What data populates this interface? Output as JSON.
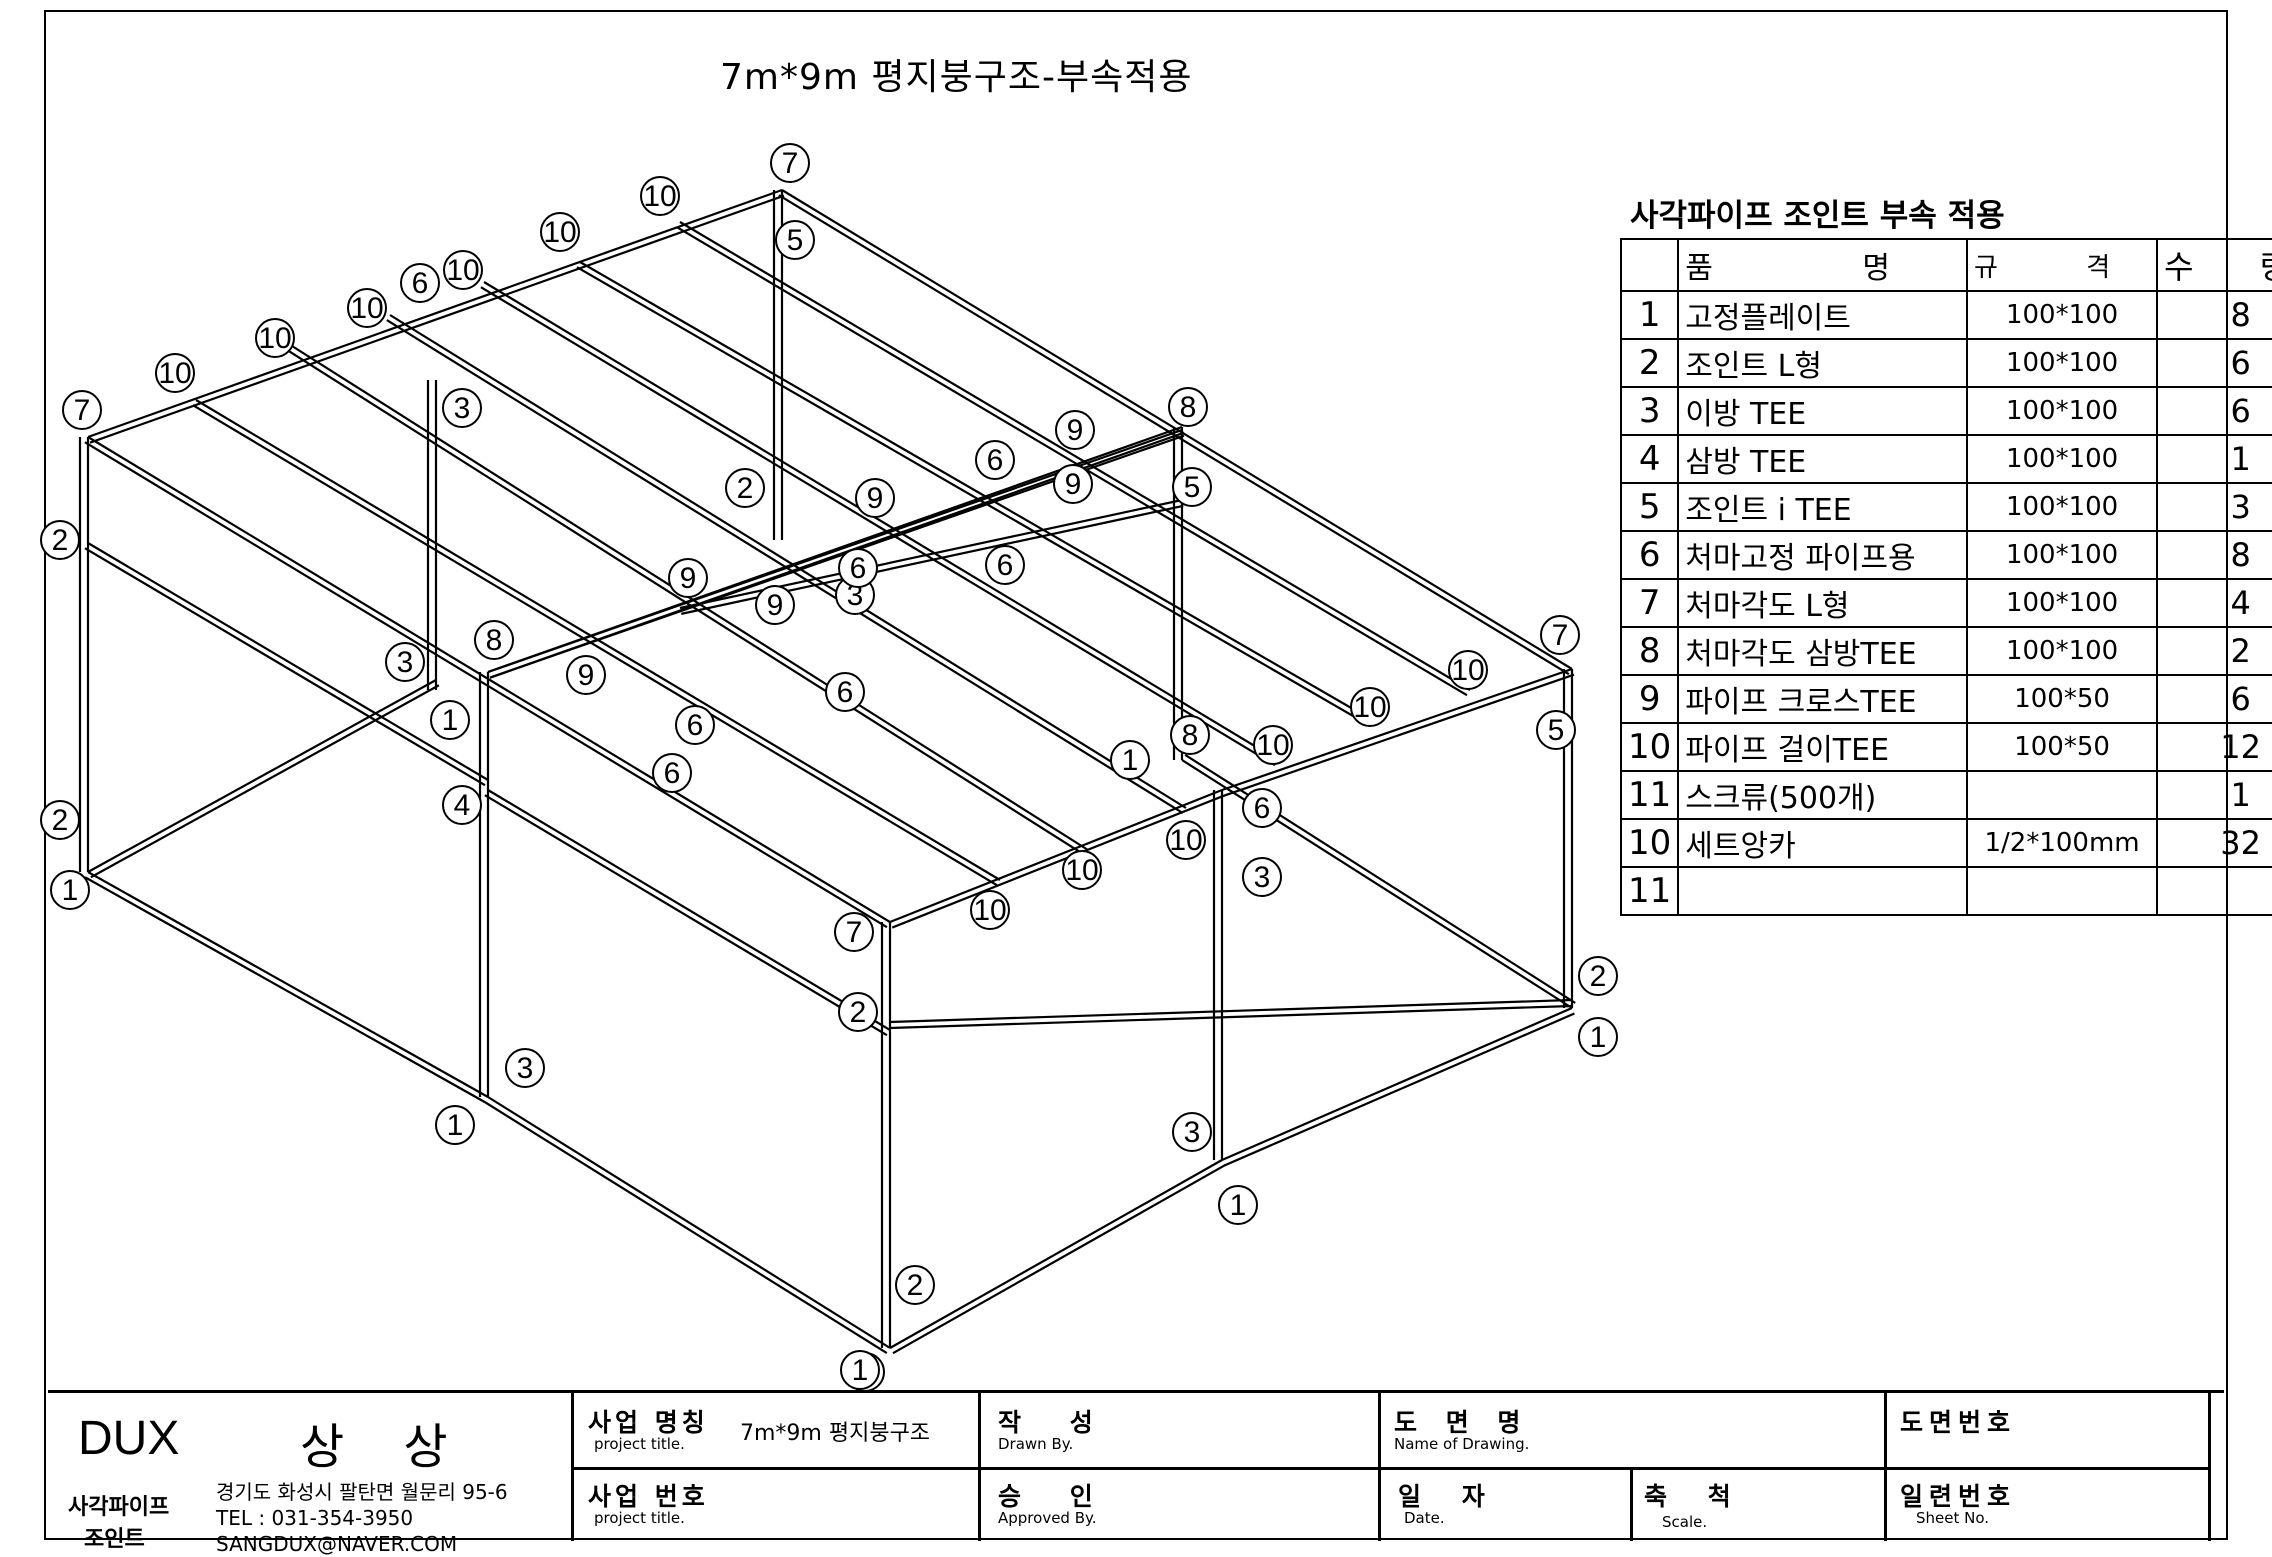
{
  "drawing_title": "7m*9m 평지붕구조-부속적용",
  "parts_table": {
    "title": "사각파이프 조인트 부속 적용",
    "headers": {
      "no": "",
      "name": "품 명",
      "spec": "규 격",
      "qty": "수 량"
    },
    "rows": [
      {
        "no": "1",
        "name": "고정플레이트",
        "spec": "100*100",
        "qty": "8"
      },
      {
        "no": "2",
        "name": "조인트 L형",
        "spec": "100*100",
        "qty": "6"
      },
      {
        "no": "3",
        "name": "이방 TEE",
        "spec": "100*100",
        "qty": "6"
      },
      {
        "no": "4",
        "name": "삼방 TEE",
        "spec": "100*100",
        "qty": "1"
      },
      {
        "no": "5",
        "name": "조인트 i TEE",
        "spec": "100*100",
        "qty": "3"
      },
      {
        "no": "6",
        "name": "처마고정 파이프용",
        "spec": "100*100",
        "qty": "8"
      },
      {
        "no": "7",
        "name": "처마각도 L형",
        "spec": "100*100",
        "qty": "4"
      },
      {
        "no": "8",
        "name": "처마각도 삼방TEE",
        "spec": "100*100",
        "qty": "2"
      },
      {
        "no": "9",
        "name": "파이프 크로스TEE",
        "spec": "100*50",
        "qty": "6"
      },
      {
        "no": "10",
        "name": "파이프 걸이TEE",
        "spec": "100*50",
        "qty": "12"
      },
      {
        "no": "11",
        "name": "스크류(500개)",
        "spec": "",
        "qty": "1"
      },
      {
        "no": "10",
        "name": "세트앙카",
        "spec": "1/2*100mm",
        "qty": "32"
      },
      {
        "no": "11",
        "name": "",
        "spec": "",
        "qty": ""
      }
    ]
  },
  "title_block": {
    "company": "DUX",
    "brand": "상 상",
    "company_type_1": "사각파이프",
    "company_type_2": "조인트",
    "address": "경기도 화성시 팔탄면 월문리 95-6",
    "tel": "TEL : 031-354-3950",
    "email": "SANGDUX@NAVER.COM",
    "project_name_label": "사업 명칭",
    "project_name_sub": "project title.",
    "project_name_value": "7m*9m 평지붕구조",
    "project_no_label": "사업 번호",
    "project_no_sub": "project title.",
    "drawn_label": "작 성",
    "drawn_sub": "Drawn By.",
    "approved_label": "승 인",
    "approved_sub": "Approved By.",
    "drawing_name_label": "도 면 명",
    "drawing_name_sub": "Name of Drawing.",
    "date_label": "일 자",
    "date_sub": "Date.",
    "scale_label": "축 척",
    "scale_sub": "Scale.",
    "drawing_no_label": "도면번호",
    "sheet_no_label": "일련번호",
    "sheet_no_sub": "Sheet No."
  },
  "callouts": [
    "1",
    "1",
    "1",
    "1",
    "1",
    "1",
    "1",
    "1",
    "2",
    "2",
    "2",
    "2",
    "2",
    "2",
    "3",
    "3",
    "3",
    "3",
    "3",
    "3",
    "4",
    "5",
    "5",
    "5",
    "6",
    "6",
    "6",
    "6",
    "6",
    "6",
    "6",
    "6",
    "7",
    "7",
    "7",
    "7",
    "8",
    "8",
    "8",
    "9",
    "9",
    "9",
    "9",
    "9",
    "9",
    "10",
    "10",
    "10",
    "10",
    "10",
    "10",
    "10",
    "10",
    "10",
    "10",
    "10",
    "10"
  ]
}
